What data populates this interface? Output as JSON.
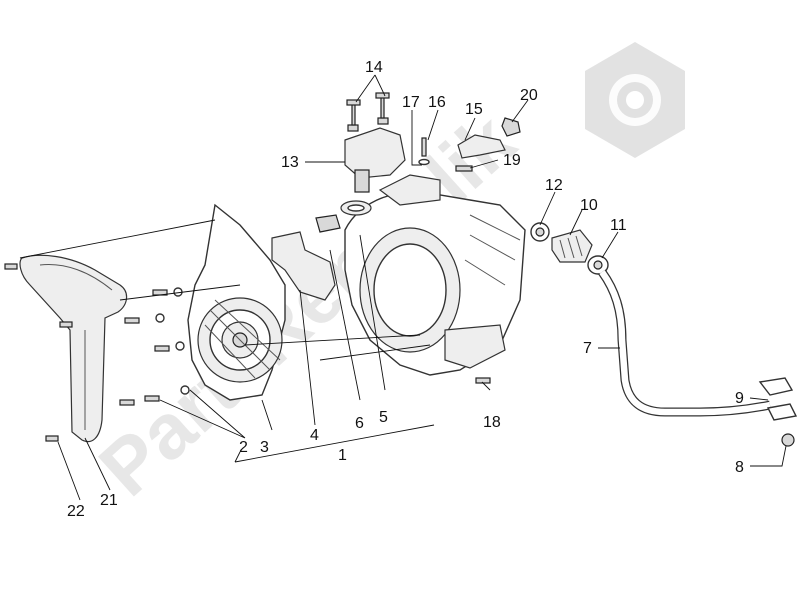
{
  "diagram": {
    "watermark": "PartsRepublik",
    "labels": {
      "l1": "1",
      "l2": "2",
      "l3": "3",
      "l4": "4",
      "l5": "5",
      "l6": "6",
      "l7": "7",
      "l8": "8",
      "l9": "9",
      "l10": "10",
      "l11": "11",
      "l12": "12",
      "l13": "13",
      "l14": "14",
      "l15": "15",
      "l16": "16",
      "l17": "17",
      "l18": "18",
      "l19": "19",
      "l20": "20",
      "l21": "21",
      "l22": "22"
    }
  }
}
